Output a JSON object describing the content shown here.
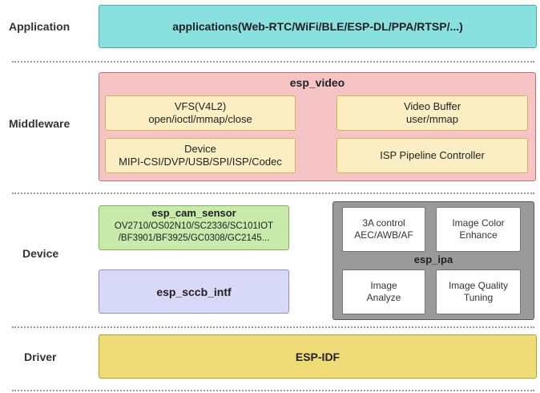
{
  "layers": {
    "application": "Application",
    "middleware": "Middleware",
    "device": "Device",
    "driver": "Driver"
  },
  "application_box": {
    "text": "applications(Web-RTC/WiFi/BLE/ESP-DL/PPA/RTSP/...)"
  },
  "esp_video": {
    "title": "esp_video",
    "vfs": {
      "line1": "VFS(V4L2)",
      "line2": "open/ioctl/mmap/close"
    },
    "video_buffer": {
      "line1": "Video Buffer",
      "line2": "user/mmap"
    },
    "device": {
      "line1": "Device",
      "line2": "MIPI-CSI/DVP/USB/SPI/ISP/Codec"
    },
    "isp_pipeline": {
      "line1": "ISP Pipeline Controller"
    }
  },
  "esp_cam_sensor": {
    "title": "esp_cam_sensor",
    "line1": "OV2710/OS02N10/SC2336/SC101IOT",
    "line2": "/BF3901/BF3925/GC0308/GC2145..."
  },
  "esp_sccb_intf": {
    "title": "esp_sccb_intf"
  },
  "esp_ipa": {
    "title": "esp_ipa",
    "cells": [
      {
        "line1": "3A control",
        "line2": "AEC/AWB/AF"
      },
      {
        "line1": "Image Color",
        "line2": "Enhance"
      },
      {
        "line1": "Image",
        "line2": "Analyze"
      },
      {
        "line1": "Image Quality",
        "line2": "Tuning"
      }
    ]
  },
  "esp_idf": {
    "title": "ESP-IDF"
  },
  "colors": {
    "application": "#88e0df",
    "esp_video": "#f6c4c4",
    "inner": "#fbeec2",
    "esp_cam_sensor": "#c8eaab",
    "esp_sccb_intf": "#d8d8f8",
    "esp_ipa": "#9a9a9a",
    "esp_idf": "#f0dc77"
  }
}
